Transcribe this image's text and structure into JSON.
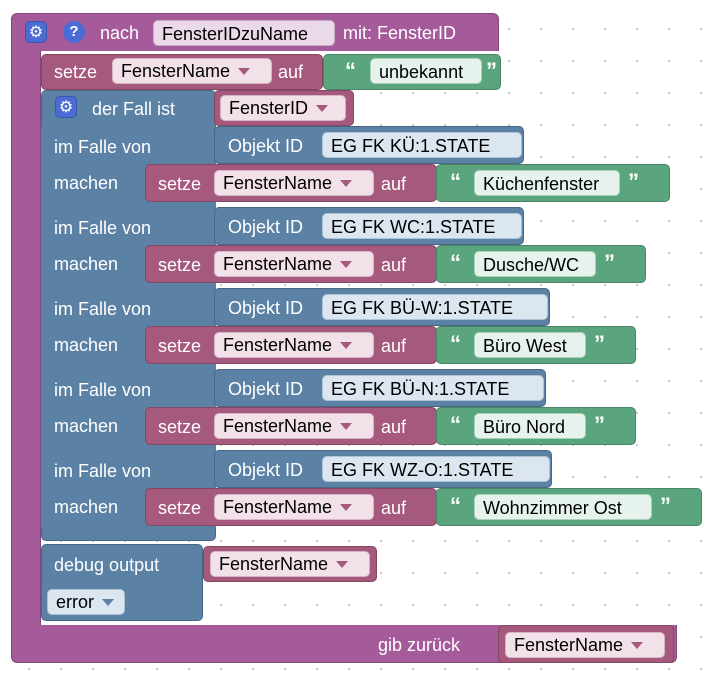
{
  "function": {
    "keyword": "nach",
    "name": "FensterIDzuName",
    "params_label": "mit: FensterID",
    "return_label": "gib zurück",
    "return_var": "FensterName",
    "gear_icon": "gear-icon",
    "help_icon": "help-icon"
  },
  "set_default": {
    "keyword": "setze",
    "var": "FensterName",
    "to": "auf",
    "value": "unbekannt"
  },
  "switch": {
    "label": "der Fall ist",
    "var": "FensterID",
    "case_label": "im Falle von",
    "do_label": "machen",
    "object_label": "Objekt ID",
    "set_keyword": "setze",
    "to": "auf",
    "cases": [
      {
        "object_id": "EG FK KÜ:1.STATE",
        "var": "FensterName",
        "value": "Küchenfenster"
      },
      {
        "object_id": "EG FK WC:1.STATE",
        "var": "FensterName",
        "value": "Dusche/WC"
      },
      {
        "object_id": "EG FK BÜ-W:1.STATE",
        "var": "FensterName",
        "value": "Büro West"
      },
      {
        "object_id": "EG FK BÜ-N:1.STATE",
        "var": "FensterName",
        "value": "Büro Nord"
      },
      {
        "object_id": "EG FK WZ-O:1.STATE",
        "var": "FensterName",
        "value": "Wohnzimmer Ost"
      }
    ]
  },
  "debug": {
    "label": "debug output",
    "var": "FensterName",
    "level": "error"
  },
  "colors": {
    "procedure": "#a55b9a",
    "variable": "#a5597c",
    "logic": "#5b81a5",
    "text": "#5ba57e",
    "icon": "#4a6cd4"
  }
}
